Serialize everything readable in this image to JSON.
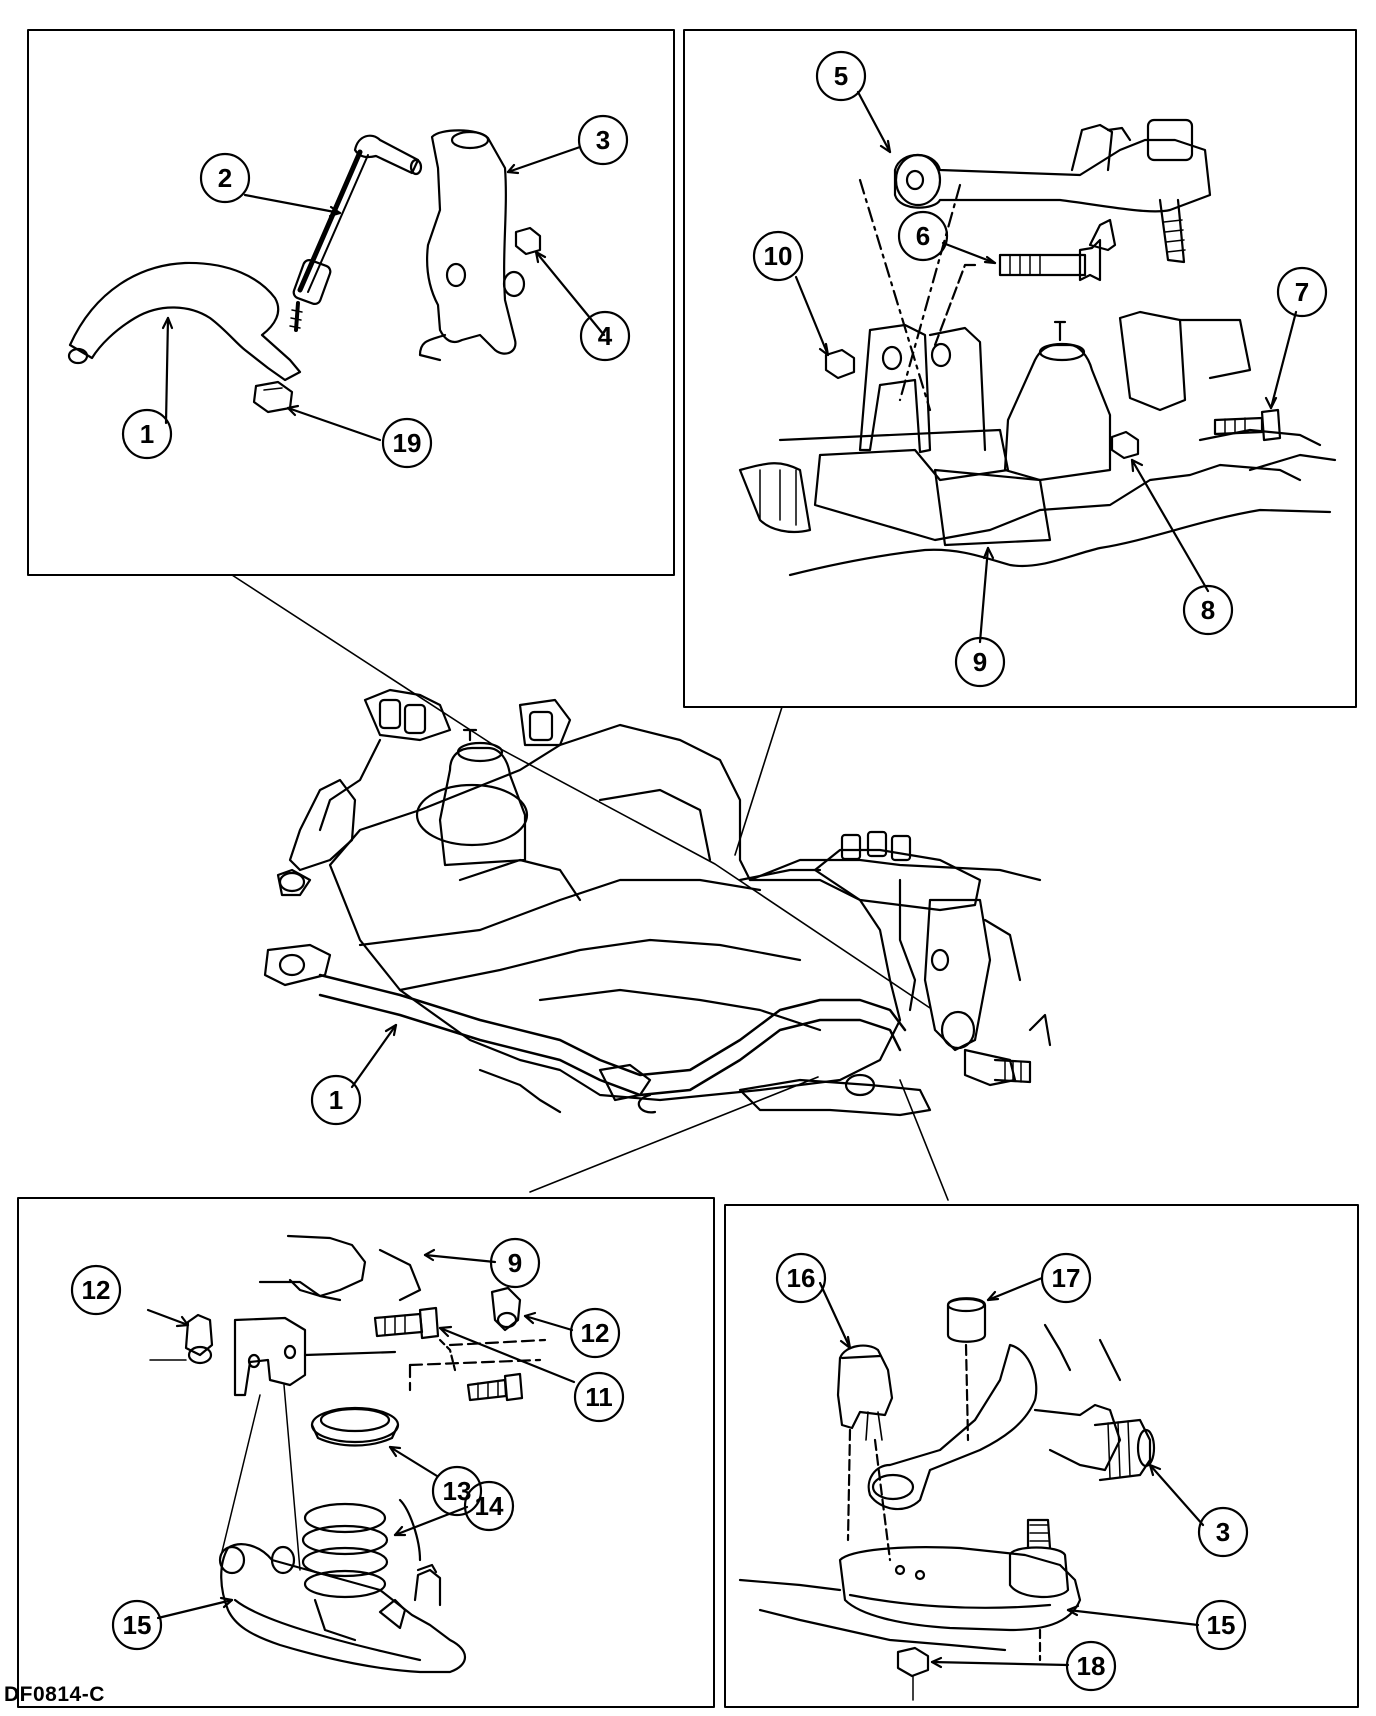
{
  "figure_id": "DF0814-C",
  "callouts": {
    "c1_top": "1",
    "c2": "2",
    "c3_top": "3",
    "c4": "4",
    "c19": "19",
    "c5": "5",
    "c6": "6",
    "c10": "10",
    "c7": "7",
    "c8": "8",
    "c9_top": "9",
    "c1_center": "1",
    "c9_bottom": "9",
    "c12_left": "12",
    "c12_right": "12",
    "c11": "11",
    "c13": "13",
    "c14": "14",
    "c15_left": "15",
    "c16": "16",
    "c17": "17",
    "c3_bottom": "3",
    "c15_right": "15",
    "c18": "18"
  }
}
